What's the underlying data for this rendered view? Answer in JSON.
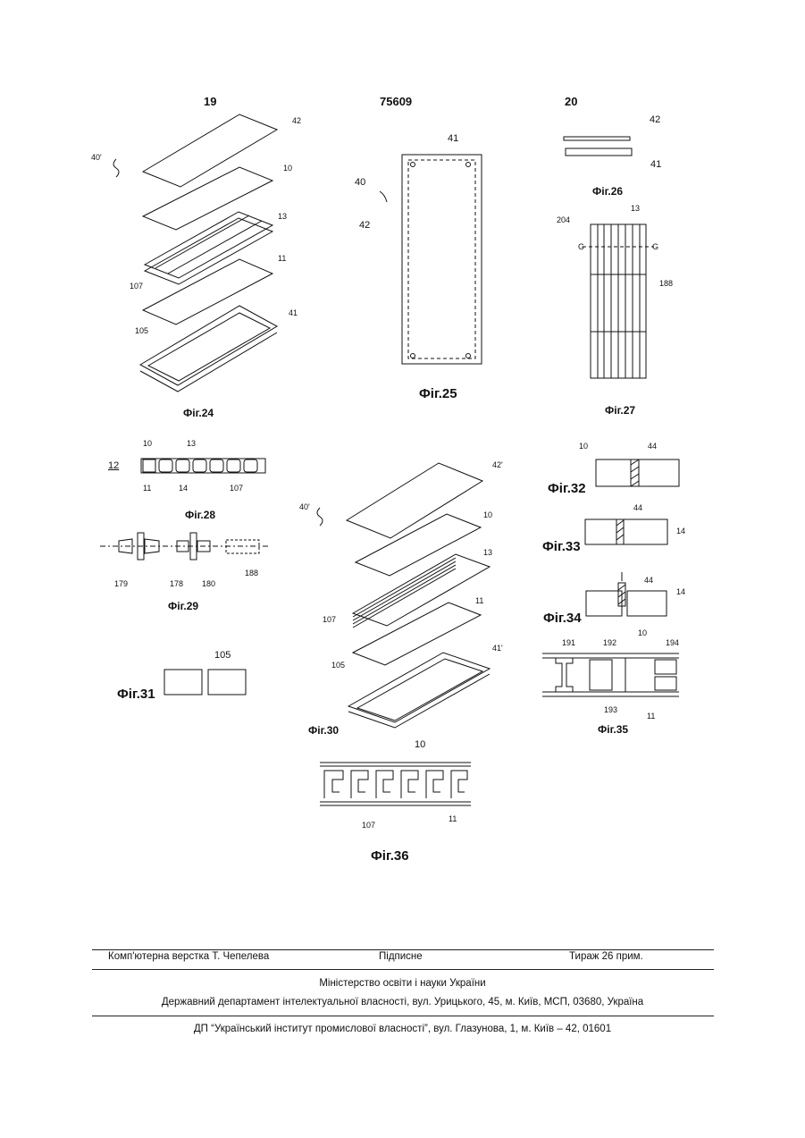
{
  "header": {
    "left_page": "19",
    "patent_number": "75609",
    "right_page": "20"
  },
  "figures": {
    "f24": "Фіг.24",
    "f25": "Фіг.25",
    "f26": "Фіг.26",
    "f27": "Фіг.27",
    "f28": "Фіг.28",
    "f29": "Фіг.29",
    "f30": "Фіг.30",
    "f31": "Фіг.31",
    "f32": "Фіг.32",
    "f33": "Фіг.33",
    "f34": "Фіг.34",
    "f35": "Фіг.35",
    "f36": "Фіг.36"
  },
  "labels": {
    "f24": {
      "r40": "40'",
      "r42": "42",
      "r10": "10",
      "r13": "13",
      "r11": "11",
      "r107": "107",
      "r105": "105",
      "r41": "41"
    },
    "f25": {
      "r41": "41",
      "r40": "40",
      "r42": "42"
    },
    "f26": {
      "r42": "42",
      "r41": "41"
    },
    "f27": {
      "r204": "204",
      "r13": "13",
      "gl": "G",
      "gr": "G",
      "r188": "188"
    },
    "f28": {
      "r10": "10",
      "r13": "13",
      "r12": "12",
      "r11": "11",
      "r14": "14",
      "r107": "107"
    },
    "f29": {
      "r179": "179",
      "r178": "178",
      "r180": "180",
      "r188": "188"
    },
    "f30": {
      "r40": "40'",
      "r42": "42'",
      "r10": "10",
      "r13": "13",
      "r11": "11",
      "r107": "107",
      "r105": "105",
      "r41": "41'"
    },
    "f31": {
      "r105": "105"
    },
    "f32": {
      "r10": "10",
      "r44": "44"
    },
    "f33": {
      "r44": "44",
      "r14": "14"
    },
    "f34": {
      "r44": "44",
      "r14": "14"
    },
    "f35": {
      "r191": "191",
      "r192": "192",
      "r10": "10",
      "r194": "194",
      "r193": "193",
      "r11": "11"
    },
    "f36": {
      "r10": "10",
      "r107": "107",
      "r11": "11"
    }
  },
  "footer": {
    "composer": "Комп'ютерна верстка Т. Чепелева",
    "signed": "Підписне",
    "circulation": "Тираж 26 прим.",
    "ministry": "Міністерство освіти і науки України",
    "department": "Державний департамент інтелектуальної власності, вул. Урицького, 45, м. Київ, МСП, 03680, Україна",
    "institute": "ДП “Український інститут промислової власності”, вул. Глазунова, 1, м. Київ – 42, 01601"
  }
}
